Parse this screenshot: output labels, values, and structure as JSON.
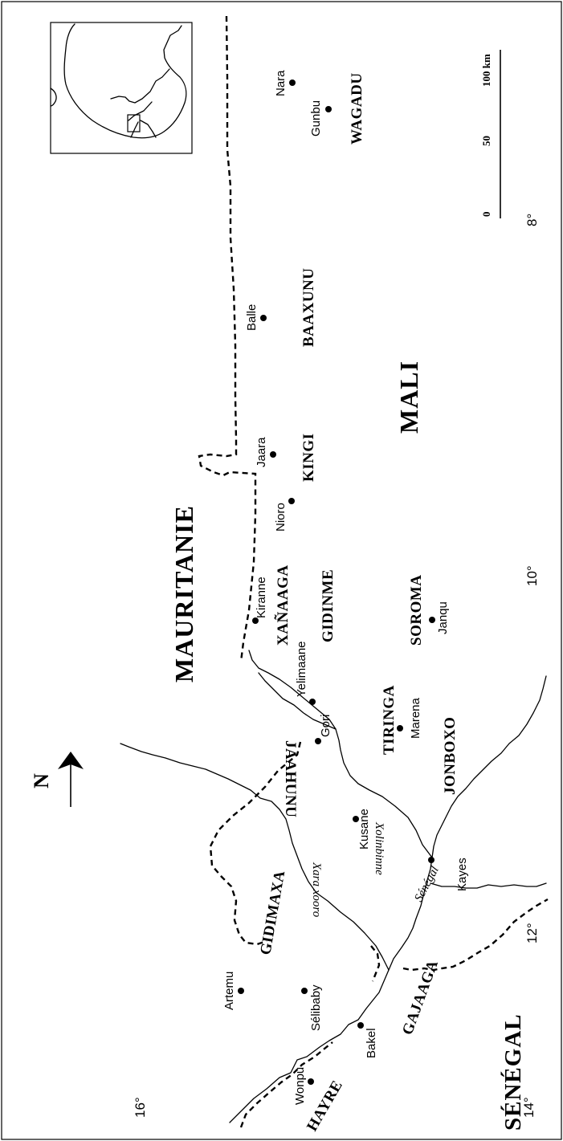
{
  "countries": {
    "mauritanie": "MAURITANIE",
    "mali": "MALI",
    "senegal": "SÉNÉGAL"
  },
  "regions": {
    "wagadu": "WAGADU",
    "baaxunu": "BAAXUNU",
    "kingi": "KINGI",
    "xanaaga": "XAÑAAGA",
    "gidinme": "GIDINME",
    "soroma": "SOROMA",
    "tiringa": "TIRINGA",
    "jonboxo": "JONBOXO",
    "jaahunu": "JAAHUNU",
    "gidimaxa": "GIDIMAXA",
    "gajaaga": "GAJAAGA",
    "hayre": "HAYRE"
  },
  "towns": {
    "nara": "Nara",
    "gunbu": "Gunbu",
    "balle": "Balle",
    "jaara": "Jaara",
    "nioro": "Nioro",
    "kiranne": "Kiranne",
    "yelimaane": "Yelimaane",
    "gori": "Gori",
    "marena": "Marena",
    "janqu": "Janqu",
    "kusane": "Kusane",
    "kayes": "Kayes",
    "artemu": "Artemu",
    "selibaby": "Sélibaby",
    "wonpu": "Wonpu",
    "bakel": "Bakel"
  },
  "rivers": {
    "xolinbinne": "Xolinbinne",
    "xara_xooro": "Xara xooro",
    "senegal": "Sénégal"
  },
  "coordinates": {
    "lat16": "16°",
    "lat14": "14°",
    "lon8": "8°",
    "lon10": "10°",
    "lon12": "12°"
  },
  "scale_bar": {
    "zero": "0",
    "fifty": "50",
    "hundred": "100 km"
  },
  "north_arrow": {
    "label": "N"
  },
  "icons": {
    "north_arrow": "north-arrow-icon",
    "inset_map": "africa-locator-map-icon"
  }
}
